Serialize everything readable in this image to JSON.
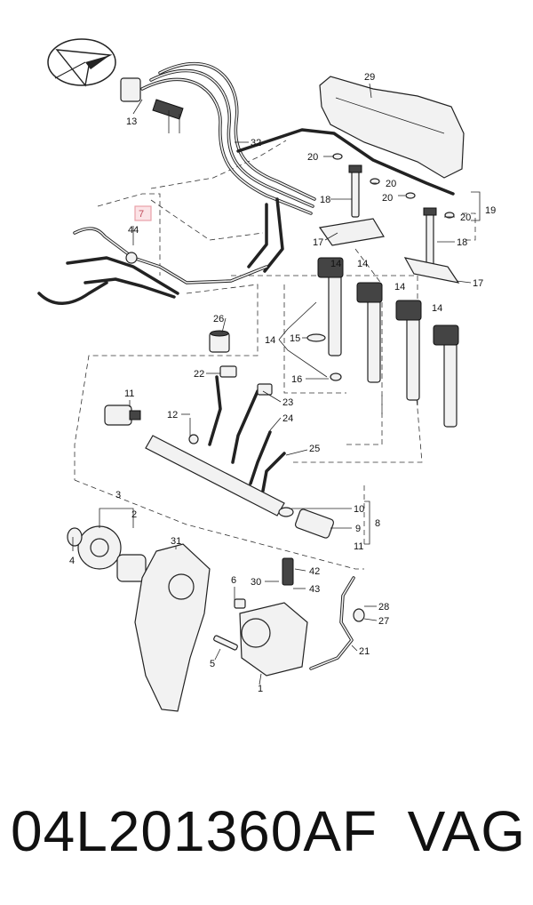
{
  "labels": {
    "l1": "1",
    "l2": "2",
    "l3": "3",
    "l4": "4",
    "l5": "5",
    "l6": "6",
    "l7": "7",
    "l8": "8",
    "l9": "9",
    "l10": "10",
    "l11a": "11",
    "l11b": "11",
    "l12": "12",
    "l13": "13",
    "l14a": "14",
    "l14b": "14",
    "l14c": "14",
    "l14d": "14",
    "l14e": "14",
    "l15": "15",
    "l16": "16",
    "l17a": "17",
    "l17b": "17",
    "l18a": "18",
    "l18b": "18",
    "l19": "19",
    "l20a": "20",
    "l20b": "20",
    "l20c": "20",
    "l20d": "20",
    "l21": "21",
    "l22": "22",
    "l23": "23",
    "l24": "24",
    "l25": "25",
    "l26": "26",
    "l27": "27",
    "l28": "28",
    "l29": "29",
    "l30": "30",
    "l31": "31",
    "l32": "32",
    "l42": "42",
    "l43": "43",
    "l44": "44"
  },
  "highlight_color": "#e8a0a8",
  "caption": {
    "part_number": "04L201360AF",
    "brand": "VAG"
  }
}
